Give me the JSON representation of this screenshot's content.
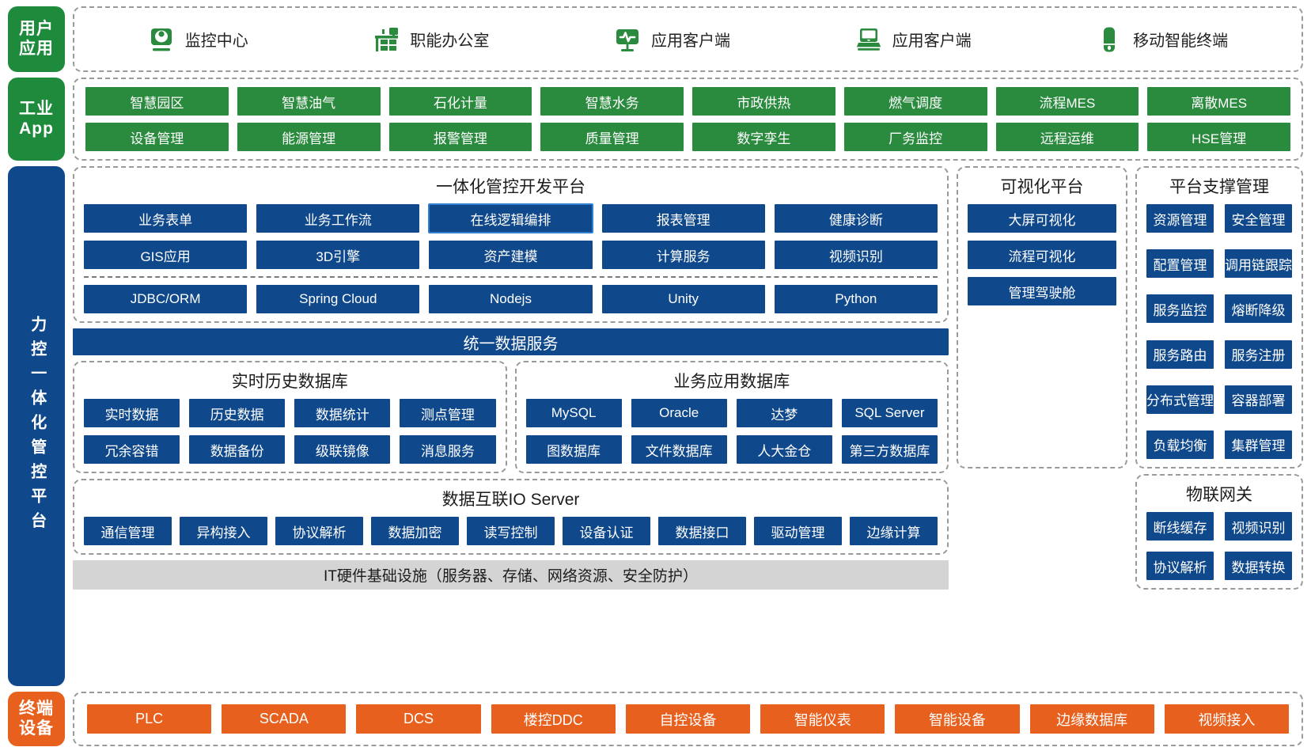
{
  "colors": {
    "green": "#2a8a3e",
    "blue": "#10498b",
    "orange": "#e8601d",
    "grey_bar": "#d4d4d4",
    "highlight": "#2f7fd0",
    "dashed_border": "#9a9a9a"
  },
  "layers": {
    "user_application": {
      "tag": "用户应用",
      "items": [
        {
          "icon": "monitor-camera-icon",
          "label": "监控中心"
        },
        {
          "icon": "office-desk-icon",
          "label": "职能办公室"
        },
        {
          "icon": "waveform-monitor-icon",
          "label": "应用客户端"
        },
        {
          "icon": "laptop-icon",
          "label": "应用客户端"
        },
        {
          "icon": "mobile-phone-icon",
          "label": "移动智能终端"
        }
      ]
    },
    "industrial_app": {
      "tag": "工业App",
      "rows": [
        [
          "智慧园区",
          "智慧油气",
          "石化计量",
          "智慧水务",
          "市政供热",
          "燃气调度",
          "流程MES",
          "离散MES"
        ],
        [
          "设备管理",
          "能源管理",
          "报警管理",
          "质量管理",
          "数字孪生",
          "厂务监控",
          "远程运维",
          "HSE管理"
        ]
      ]
    },
    "platform": {
      "tag": "力控一体化管控平台",
      "dev_platform": {
        "title": "一体化管控开发平台",
        "rows": [
          [
            "业务表单",
            "业务工作流",
            "在线逻辑编排",
            "报表管理",
            "健康诊断"
          ],
          [
            "GIS应用",
            "3D引擎",
            "资产建模",
            "计算服务",
            "视频识别"
          ]
        ],
        "highlighted": "在线逻辑编排",
        "tech_row": [
          "JDBC/ORM",
          "Spring Cloud",
          "Nodejs",
          "Unity",
          "Python"
        ]
      },
      "visualization": {
        "title": "可视化平台",
        "items": [
          "大屏可视化",
          "流程可视化",
          "管理驾驶舱"
        ]
      },
      "support": {
        "title": "平台支撑管理",
        "items": [
          "资源管理",
          "安全管理",
          "配置管理",
          "调用链跟踪",
          "服务监控",
          "熔断降级",
          "服务路由",
          "服务注册",
          "分布式管理",
          "容器部署",
          "负载均衡",
          "集群管理"
        ]
      },
      "unified_data_service": "统一数据服务",
      "realtime_db": {
        "title": "实时历史数据库",
        "rows": [
          [
            "实时数据",
            "历史数据",
            "数据统计",
            "测点管理"
          ],
          [
            "冗余容错",
            "数据备份",
            "级联镜像",
            "消息服务"
          ]
        ]
      },
      "business_db": {
        "title": "业务应用数据库",
        "rows": [
          [
            "MySQL",
            "Oracle",
            "达梦",
            "SQL Server"
          ],
          [
            "图数据库",
            "文件数据库",
            "人大金仓",
            "第三方数据库"
          ]
        ]
      },
      "io_server": {
        "title": "数据互联IO Server",
        "items": [
          "通信管理",
          "异构接入",
          "协议解析",
          "数据加密",
          "读写控制",
          "设备认证",
          "数据接口",
          "驱动管理",
          "边缘计算"
        ]
      },
      "iot_gateway": {
        "title": "物联网关",
        "items": [
          "断线缓存",
          "视频识别",
          "协议解析",
          "数据转换"
        ]
      },
      "it_infrastructure": "IT硬件基础设施（服务器、存储、网络资源、安全防护）"
    },
    "terminal_device": {
      "tag": "终端设备",
      "items": [
        "PLC",
        "SCADA",
        "DCS",
        "楼控DDC",
        "自控设备",
        "智能仪表",
        "智能设备",
        "边缘数据库",
        "视频接入"
      ]
    }
  }
}
